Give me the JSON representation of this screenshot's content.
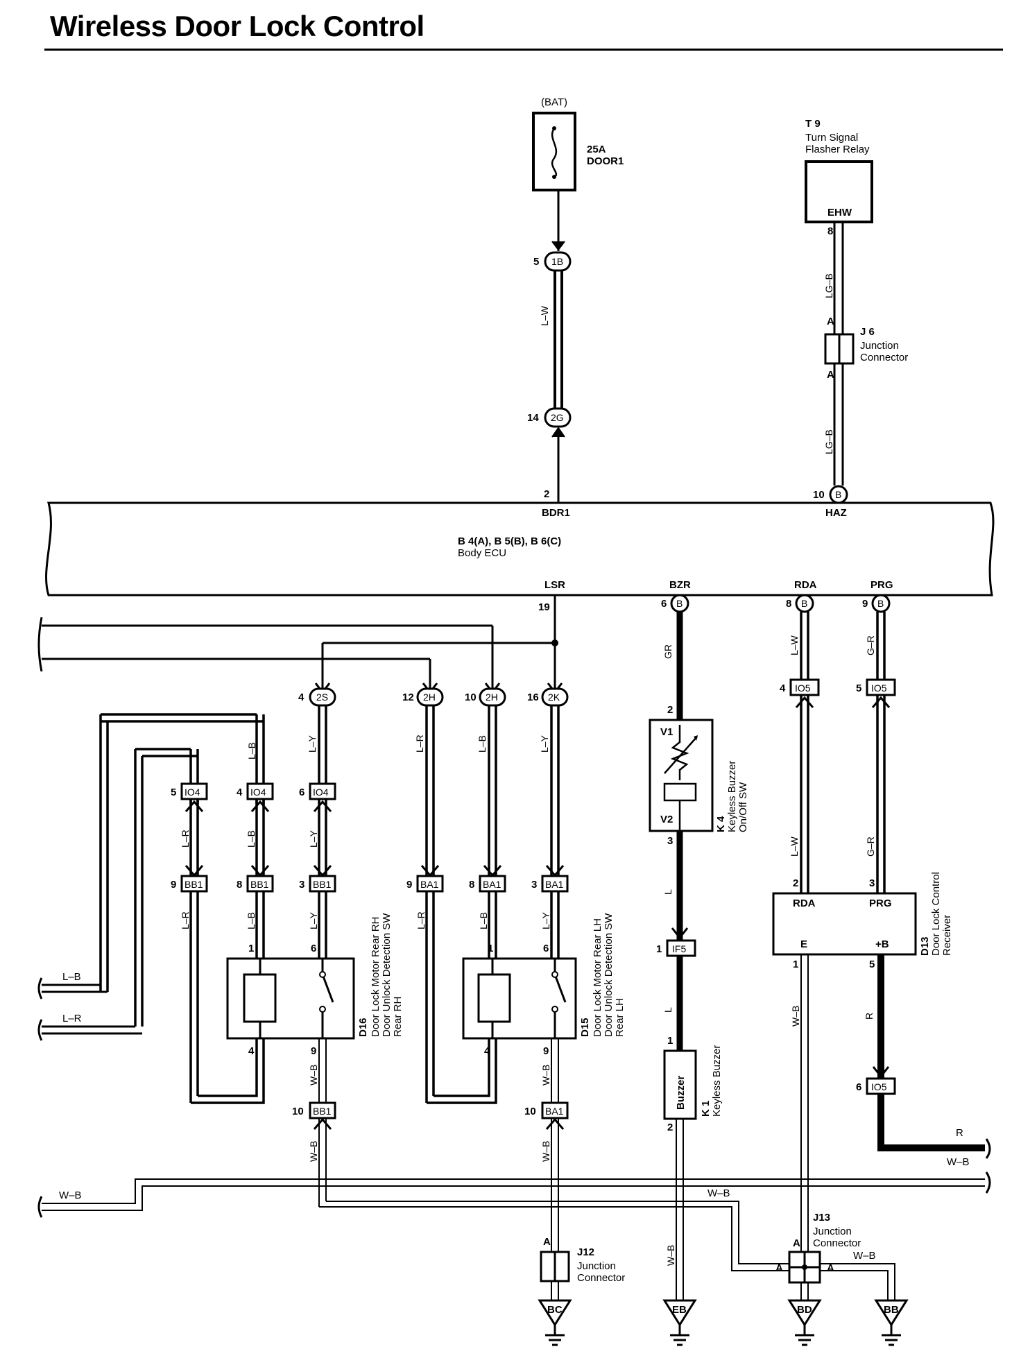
{
  "title": "Wireless Door Lock Control",
  "power": {
    "source": "(BAT)",
    "fuse_rating": "25A",
    "fuse_name": "DOOR1"
  },
  "relay": {
    "code": "T 9",
    "name_line1": "Turn Signal",
    "name_line2": "Flasher Relay",
    "terminal": "EHW"
  },
  "ecu": {
    "code": "B 4(A), B 5(B), B 6(C)",
    "name": "Body ECU",
    "terminals": {
      "bdr1": "BDR1",
      "haz": "HAZ",
      "lsr": "LSR",
      "bzr": "BZR",
      "rda": "RDA",
      "prg": "PRG"
    }
  },
  "connectors": {
    "c1b": "1B",
    "c2g": "2G",
    "c2s": "2S",
    "c2h": "2H",
    "c2k": "2K",
    "cb": "B",
    "io4": "IO4",
    "io5": "IO5",
    "bb1": "BB1",
    "ba1": "BA1",
    "if5": "IF5"
  },
  "pins": {
    "p5": "5",
    "p14": "14",
    "p2": "2",
    "p10": "10",
    "p19": "19",
    "p6": "6",
    "p8": "8",
    "p9": "9",
    "p4": "4",
    "p12": "12",
    "p16": "16",
    "p3": "3",
    "p1": "1",
    "pA": "A"
  },
  "wires": {
    "lw": "L–W",
    "lgb": "LG–B",
    "gr": "GR",
    "gw": "G–R",
    "lb": "L–B",
    "lr": "L–R",
    "ly": "L–Y",
    "l": "L",
    "wb": "W–B",
    "r": "R"
  },
  "j6": {
    "code": "J 6",
    "line1": "Junction",
    "line2": "Connector"
  },
  "j12": {
    "code": "J12",
    "line1": "Junction",
    "line2": "Connector"
  },
  "j13": {
    "code": "J13",
    "line1": "Junction",
    "line2": "Connector"
  },
  "k4": {
    "code": "K 4",
    "line1": "Keyless Buzzer",
    "line2": "On/Off SW",
    "t1": "V1",
    "t2": "V2"
  },
  "k1": {
    "code": "K 1",
    "line1": "Keyless Buzzer",
    "body": "Buzzer"
  },
  "d13": {
    "code": "D13",
    "line1": "Door Lock Control",
    "line2": "Receiver",
    "t_rda": "RDA",
    "t_prg": "PRG",
    "t_e": "E",
    "t_b": "+B"
  },
  "d16": {
    "code": "D16",
    "line1": "Door Lock Motor Rear RH",
    "line2": "Door Unlock Detection SW",
    "line3": "Rear RH"
  },
  "d15": {
    "code": "D15",
    "line1": "Door Lock Motor Rear LH",
    "line2": "Door Unlock Detection SW",
    "line3": "Rear LH"
  },
  "grounds": {
    "bc": "BC",
    "eb": "EB",
    "bd": "BD",
    "bb": "BB"
  }
}
